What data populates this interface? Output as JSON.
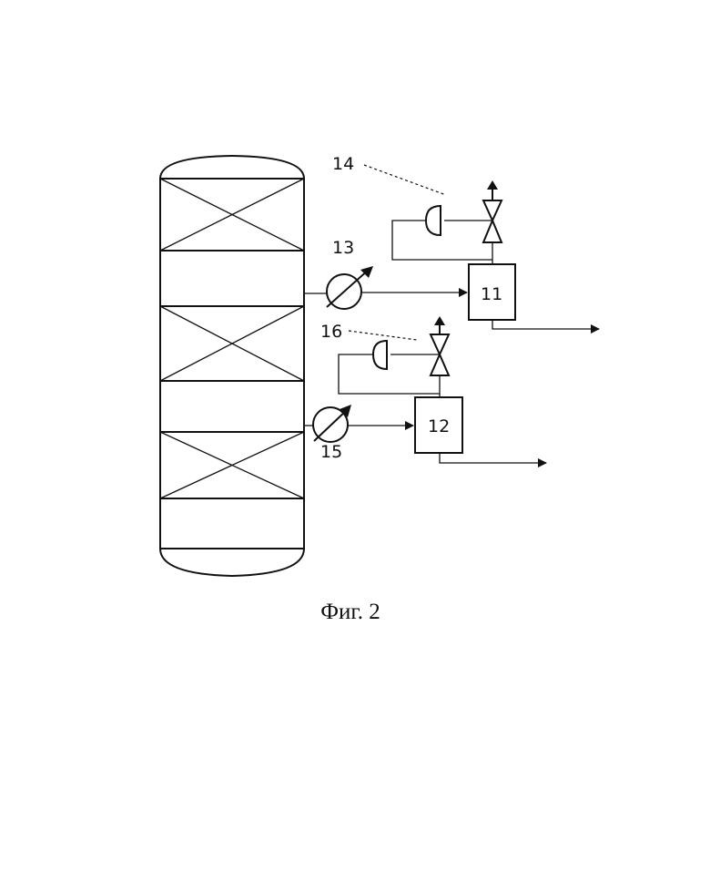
{
  "figure": {
    "caption": "Фиг. 2"
  },
  "labels": {
    "vessel_11": "11",
    "vessel_12": "12",
    "heat_exchanger_13": "13",
    "pressure_control_14": "14",
    "heat_exchanger_15": "15",
    "pressure_control_16": "16"
  },
  "colors": {
    "line": "#111111",
    "background": "#ffffff"
  }
}
